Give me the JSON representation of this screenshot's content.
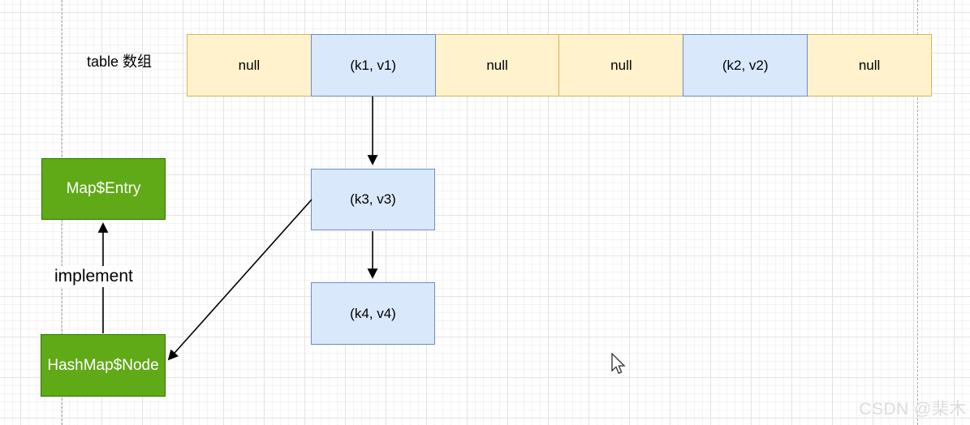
{
  "diagram": {
    "table_label": "table 数组",
    "array": {
      "cells": [
        {
          "text": "null",
          "type": "empty"
        },
        {
          "text": "(k1, v1)",
          "type": "entry"
        },
        {
          "text": "null",
          "type": "empty"
        },
        {
          "text": "null",
          "type": "empty"
        },
        {
          "text": "(k2, v2)",
          "type": "entry"
        },
        {
          "text": "null",
          "type": "empty"
        }
      ]
    },
    "nodes": {
      "k3": "(k3, v3)",
      "k4": "(k4, v4)"
    },
    "classes": {
      "map_entry": "Map$Entry",
      "hashmap_node": "HashMap$Node"
    },
    "implement_label": "implement",
    "colors": {
      "cell_empty_fill": "#FFF2CC",
      "cell_empty_border": "#D6B656",
      "cell_entry_fill": "#DAE8FC",
      "cell_entry_border": "#6C8EBF",
      "class_fill": "#60A917",
      "class_border": "#2D7600",
      "arrow": "#000000",
      "grid_major": "#E3E3E3",
      "grid_minor": "#F3F3F3",
      "page_boundary_dash": "#A9A9A9",
      "watermark_text": "#DCDCDC"
    }
  },
  "watermark": "CSDN @棐木"
}
